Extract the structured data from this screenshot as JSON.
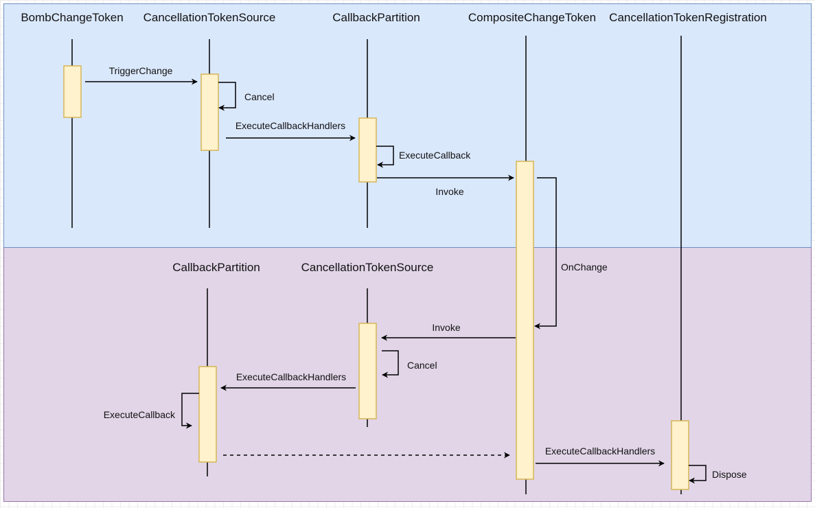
{
  "diagram": {
    "type": "sequence",
    "colors": {
      "top_frame_fill": "#dae8fc",
      "top_frame_stroke": "#6c8ebf",
      "bottom_frame_fill": "#e1d5e7",
      "bottom_frame_stroke": "#9673a6",
      "activation_fill": "#fff2cc",
      "activation_stroke": "#d6b656"
    },
    "top_section": {
      "actors": [
        "BombChangeToken",
        "CancellationTokenSource",
        "CallbackPartition",
        "CompositeChangeToken",
        "CancellationTokenRegistration"
      ],
      "messages": [
        {
          "from": "BombChangeToken",
          "to": "CancellationTokenSource",
          "label": "TriggerChange"
        },
        {
          "from": "CancellationTokenSource",
          "to": "CancellationTokenSource",
          "label": "Cancel"
        },
        {
          "from": "CancellationTokenSource",
          "to": "CallbackPartition",
          "label": "ExecuteCallbackHandlers"
        },
        {
          "from": "CallbackPartition",
          "to": "CallbackPartition",
          "label": "ExecuteCallback"
        },
        {
          "from": "CallbackPartition",
          "to": "CompositeChangeToken",
          "label": "Invoke"
        },
        {
          "from": "CompositeChangeToken",
          "to": "CompositeChangeToken",
          "label": "OnChange"
        }
      ]
    },
    "bottom_section": {
      "actors": [
        "CallbackPartition",
        "CancellationTokenSource"
      ],
      "messages": [
        {
          "from": "CompositeChangeToken",
          "to": "CancellationTokenSource",
          "label": "Invoke"
        },
        {
          "from": "CancellationTokenSource",
          "to": "CancellationTokenSource",
          "label": "Cancel"
        },
        {
          "from": "CancellationTokenSource",
          "to": "CallbackPartition",
          "label": "ExecuteCallbackHandlers"
        },
        {
          "from": "CallbackPartition",
          "to": "CallbackPartition",
          "label": "ExecuteCallback"
        },
        {
          "from": "CallbackPartition",
          "to": "CompositeChangeToken",
          "label": "",
          "style": "dashed"
        },
        {
          "from": "CompositeChangeToken",
          "to": "CancellationTokenRegistration",
          "label": "ExecuteCallbackHandlers"
        },
        {
          "from": "CancellationTokenRegistration",
          "to": "CancellationTokenRegistration",
          "label": "Dispose"
        }
      ]
    }
  }
}
